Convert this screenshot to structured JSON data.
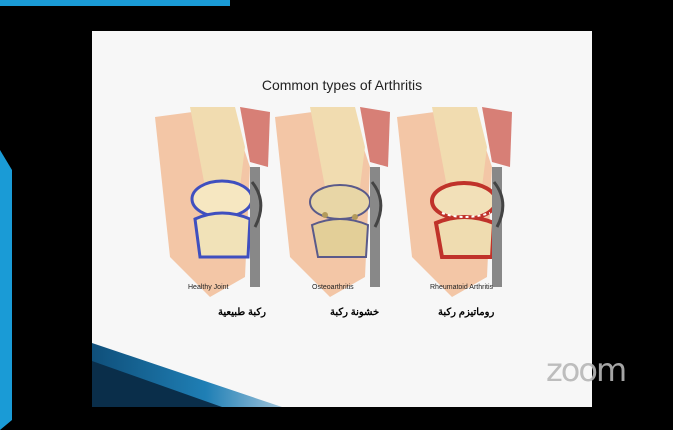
{
  "slide": {
    "title": "Common types of Arthritis",
    "panels": [
      {
        "caption_en": "Healthy Joint",
        "caption_ar": "ركبة طبيعية"
      },
      {
        "caption_en": "Osteoarthritis",
        "caption_ar": "خشونة ركبة"
      },
      {
        "caption_en": "Rheumatoid Arthritis",
        "caption_ar": "روماتيزم ركبة"
      }
    ]
  },
  "watermark": {
    "text": "zoom"
  },
  "colors": {
    "accent": "#1a9bd6",
    "skin": "#f3c6a6",
    "bone": "#f1e2b8",
    "cartilage": "#3f4fbf",
    "inflammation": "#c0322a"
  }
}
